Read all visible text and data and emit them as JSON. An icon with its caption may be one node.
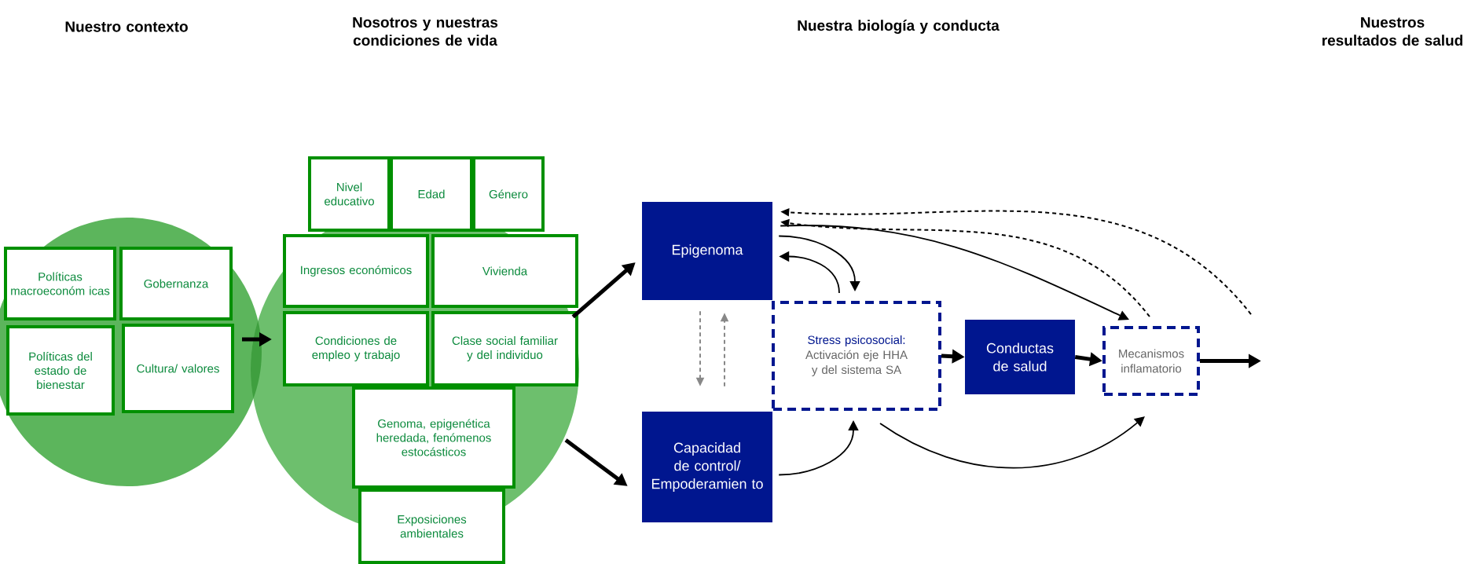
{
  "diagram": {
    "nodes": [
      {
        "text": [],
        "shape": "circle"
      },
      {
        "text": [],
        "shape": "circle"
      },
      {
        "text": [
          "Políticas macroeconóm icas"
        ],
        "in": 0
      },
      {
        "text": [
          "Gobernanza"
        ],
        "in": 0
      },
      {
        "text": [
          "Políticas del estado de bienestar"
        ],
        "in": 0
      },
      {
        "text": [
          "Cultura/ valores"
        ],
        "in": 0
      },
      {
        "text": [
          "Nivel educativo"
        ]
      },
      {
        "text": [
          "Edad"
        ]
      },
      {
        "text": [
          "Género"
        ]
      },
      {
        "text": [
          "Ingresos económicos"
        ],
        "in": 1
      },
      {
        "text": [
          "Vivienda"
        ],
        "in": 1
      },
      {
        "text": [
          "Condiciones de empleo y trabajo"
        ],
        "in": 1
      },
      {
        "text": [
          "Clase social familiar y del individuo"
        ],
        "in": 1
      },
      {
        "text": [
          "Genoma, epigenética heredada, fenómenos estocásticos"
        ],
        "in": 1
      },
      {
        "text": [
          "Exposiciones ambientales"
        ]
      },
      {
        "text": [
          "Epigenoma"
        ]
      },
      {
        "text": [
          "Capacidad de control/ Empoderamien to"
        ]
      },
      {
        "text": [
          "Stress psicosocial:",
          "Activación eje HHA y del sistema SA"
        ]
      },
      {
        "text": [
          "Conductas de salud"
        ]
      },
      {
        "text": [
          "Mecanismos inflamatorio"
        ]
      }
    ],
    "edges": [
      {
        "from": 5,
        "to": 11,
        "arrow": "to",
        "style": "thick"
      },
      {
        "from": 1,
        "to": 15,
        "arrow": "to",
        "style": "thick"
      },
      {
        "from": 1,
        "to": 16,
        "arrow": "to",
        "style": "thick"
      },
      {
        "from": 15,
        "to": 16,
        "arrow": "to",
        "style": "dashed",
        "color": "#888888"
      },
      {
        "from": 16,
        "to": 15,
        "arrow": "to",
        "style": "dashed",
        "color": "#888888"
      },
      {
        "from": 15,
        "to": 17,
        "arrow": "to"
      },
      {
        "from": 17,
        "to": 15,
        "arrow": "to"
      },
      {
        "from": 15,
        "to": 19,
        "arrow": "to"
      },
      {
        "from": 19,
        "to": 15,
        "arrow": "to",
        "style": "dashed"
      },
      {
        "from": null,
        "to": 15,
        "arrow": "to",
        "style": "dashed"
      },
      {
        "from": 16,
        "to": 17,
        "arrow": "to"
      },
      {
        "from": 17,
        "to": 19,
        "arrow": "to"
      },
      {
        "from": 17,
        "to": 18,
        "arrow": "to",
        "style": "thick"
      },
      {
        "from": 18,
        "to": 19,
        "arrow": "to",
        "style": "thick"
      },
      {
        "from": 19,
        "to": null,
        "arrow": "to",
        "style": "thick"
      }
    ],
    "labels": [
      "Nuestro contexto",
      "Nosotros y nuestras condiciones de vida",
      "Nuestra biología y conducta",
      "Nuestros resultados de salud"
    ]
  }
}
